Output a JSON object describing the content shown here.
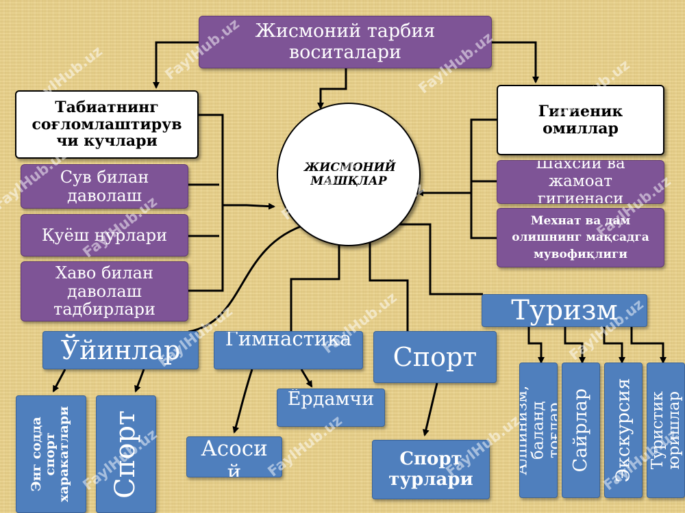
{
  "title": "Жисмоний тарбия воситалари",
  "center": "ЖИСМОНИЙ МАШҚЛАР",
  "left_header": "Табиатнинг соғломлаштирув чи кучлари",
  "left_items": [
    "Сув билан даволаш",
    "Қуёш нурлари",
    "Хаво билан даволаш тадбирлари"
  ],
  "right_header": "Гигиеник омиллар",
  "right_items": [
    "Шахсий ва жамоат гигиенаси",
    "Мехнат ва дам олишнинг мақсадга мувофиқлиги"
  ],
  "games": {
    "label": "Ўйинлар",
    "children": [
      "Энг содда спорт харакатлари",
      "Спорт"
    ]
  },
  "gymnastics": {
    "label": "Гимнастика",
    "children": [
      "Асосий",
      "Ёрдамчи"
    ]
  },
  "sport": {
    "label": "Спорт",
    "children": [
      "Спорт турлари"
    ]
  },
  "tourism": {
    "label": "Туризм",
    "children": [
      "Алпинизм, баланд тоғлар",
      "Сайрлар",
      "Экскурсия",
      "Туристик юришлар"
    ]
  },
  "watermark": "FaylHub.uz",
  "colors": {
    "purple": "#7e5496",
    "blue": "#4f7fbd",
    "white_box": "#ffffff",
    "background": "#e9d28c"
  }
}
